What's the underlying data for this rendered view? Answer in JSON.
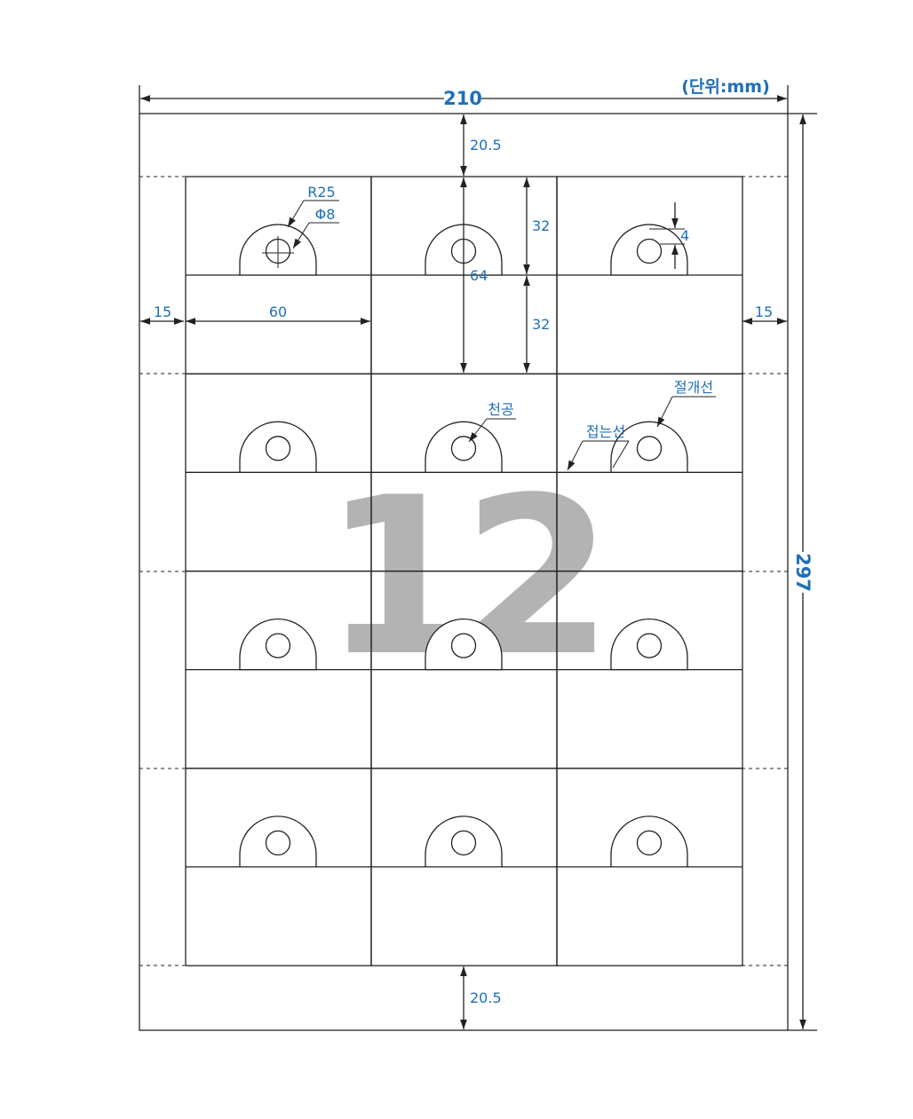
{
  "unit_label": "(단위:mm)",
  "sheet": {
    "width_mm": 210,
    "height_mm": 297,
    "width_label": "210",
    "height_label": "297"
  },
  "layout": {
    "columns": 3,
    "rows": 4
  },
  "margins": {
    "top": "20.5",
    "bottom": "20.5",
    "left": "15",
    "right": "15"
  },
  "label_dims": {
    "width": "60",
    "height": "64",
    "upper_half": "32",
    "lower_half": "32"
  },
  "hole_dims": {
    "radius": "R25",
    "diameter": "Φ8",
    "offset": "4"
  },
  "callouts": {
    "punch_hole": "천공",
    "fold_line": "접는선",
    "cut_line": "절개선"
  },
  "label_count": "12",
  "colors": {
    "dimension": "#1f6fb8",
    "line": "#222222",
    "count_text": "#b3b3b3"
  }
}
